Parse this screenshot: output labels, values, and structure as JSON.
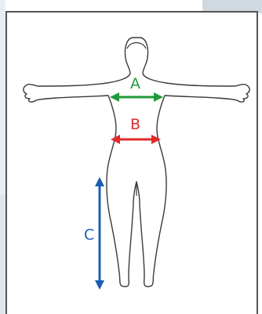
{
  "labels": {
    "a": "A",
    "b": "B",
    "c": "C"
  },
  "colors": {
    "a": "#1f9a3a",
    "b": "#e12a2a",
    "c": "#1b5fb0",
    "outline": "#3a3a3a",
    "border": "#555555"
  }
}
